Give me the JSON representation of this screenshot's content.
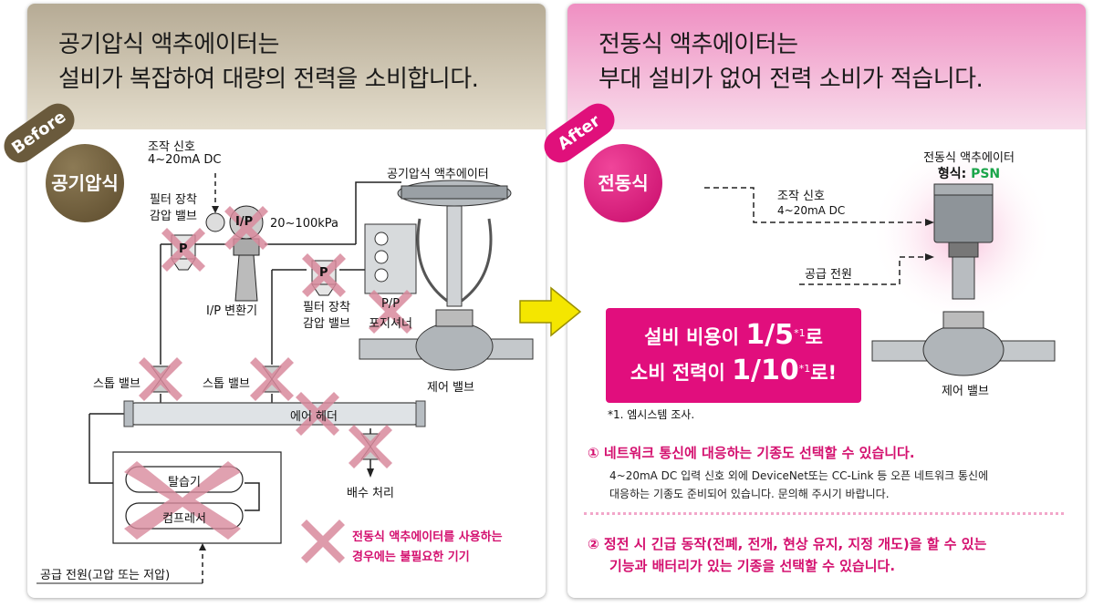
{
  "before": {
    "header_line1": "공기압식 액추에이터는",
    "header_line2": "설비가 복잡하여 대량의 전력을 소비합니다.",
    "ribbon": "Before",
    "badge": "공기압식",
    "labels": {
      "signal_line1": "조작 신호",
      "signal_line2": "4~20mA DC",
      "filter1_line1": "필터 장착",
      "filter1_line2": "감압 밸브",
      "ip_symbol": "I/P",
      "pressure": "20~100kPa",
      "actuator": "공기압식 액추에이터",
      "ip_converter": "I/P 변환기",
      "filter2_line1": "필터 장착",
      "filter2_line2": "감압 밸브",
      "positioner_line1": "P/P",
      "positioner_line2": "포지셔너",
      "p_symbol": "P",
      "stop_valve1": "스톱 밸브",
      "stop_valve2": "스톱 밸브",
      "control_valve": "제어 밸브",
      "air_header": "에어 헤더",
      "drain": "배수 처리",
      "dehumidifier": "탈습기",
      "compressor": "컴프레서",
      "power_supply": "공급 전원(고압 또는 저압)"
    },
    "legend_line1": "전동식 액추에이터를 사용하는",
    "legend_line2": "경우에는 불필요한 기기"
  },
  "after": {
    "header_line1": "전동식 액추에이터는",
    "header_line2": "부대 설비가 없어 전력 소비가 적습니다.",
    "ribbon": "After",
    "badge": "전동식",
    "actuator_label": "전동식 액추에이터",
    "model_prefix": "형식: ",
    "model_name": "PSN",
    "signal_line1": "조작 신호",
    "signal_line2": "4~20mA DC",
    "power_supply": "공급 전원",
    "control_valve": "제어 밸브",
    "cost": {
      "line1_prefix": "설비 비용이 ",
      "line1_value": "1/5",
      "line1_note": "*1",
      "line1_suffix": "로",
      "line2_prefix": "소비 전력이 ",
      "line2_value": "1/10",
      "line2_note": "*1",
      "line2_suffix": "로!"
    },
    "footnote": "*1. 엠시스템 조사.",
    "feature1_title": "① 네트워크 통신에 대응하는 기종도 선택할 수 있습니다.",
    "feature1_body_line1": "4~20mA DC 입력 신호 외에 DeviceNet또는 CC-Link 등 오픈 네트워크 통신에",
    "feature1_body_line2": "대응하는 기종도 준비되어 있습니다. 문의해 주시기 바랍니다.",
    "feature2_title_line1": "② 정전 시 긴급 동작(전폐, 전개, 현상 유지, 지정 개도)을 할 수 있는",
    "feature2_title_line2": "기능과 배터리가 있는 기종을 선택할 수 있습니다."
  },
  "colors": {
    "brand_pink": "#e10e7d",
    "before_brown": "#6a5a3c",
    "cross_pink": "#d88a9c",
    "model_green": "#1aa54a"
  }
}
